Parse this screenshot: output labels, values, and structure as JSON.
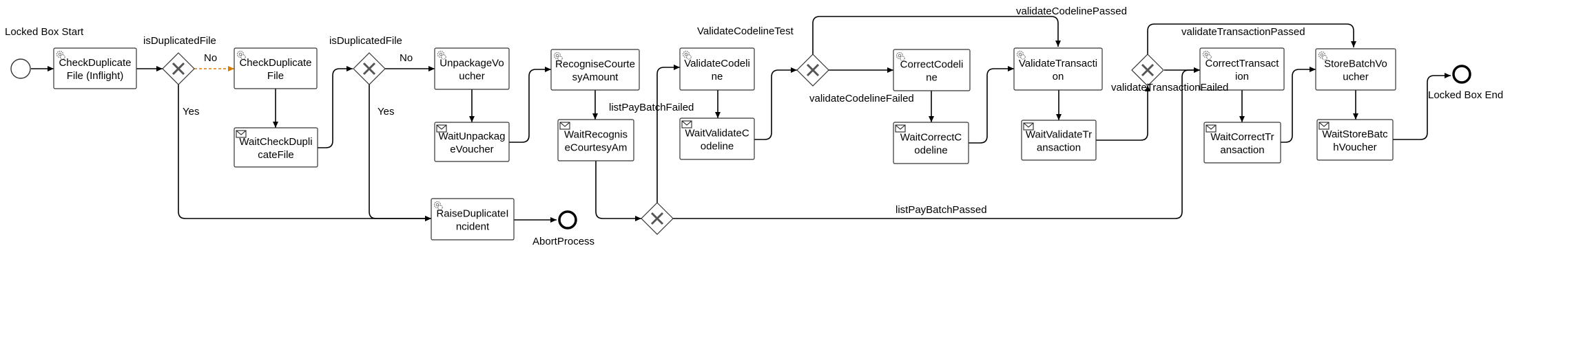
{
  "tasks": [
    {
      "id": "t1",
      "lines": [
        "CheckDuplicate",
        "File (Inflight)"
      ],
      "icon": "gear-icon"
    },
    {
      "id": "t2",
      "lines": [
        "CheckDuplicate",
        "File"
      ],
      "icon": "gear-icon"
    },
    {
      "id": "t3",
      "lines": [
        "WaitCheckDupli",
        "cateFile"
      ],
      "icon": "envelope-icon"
    },
    {
      "id": "t4",
      "lines": [
        "UnpackageVo",
        "ucher"
      ],
      "icon": "gear-icon"
    },
    {
      "id": "t5",
      "lines": [
        "WaitUnpackag",
        "eVoucher"
      ],
      "icon": "envelope-icon"
    },
    {
      "id": "t6",
      "lines": [
        "RaiseDuplicateI",
        "ncident"
      ],
      "icon": "gear-icon"
    },
    {
      "id": "t7",
      "lines": [
        "RecogniseCourte",
        "syAmount"
      ],
      "icon": "gear-icon"
    },
    {
      "id": "t8",
      "lines": [
        "WaitRecognis",
        "eCourtesyAm"
      ],
      "icon": "envelope-icon"
    },
    {
      "id": "t9",
      "lines": [
        "ValidateCodeli",
        "ne"
      ],
      "icon": "gear-icon"
    },
    {
      "id": "t10",
      "lines": [
        "WaitValidateC",
        "odeline"
      ],
      "icon": "envelope-icon"
    },
    {
      "id": "t11",
      "lines": [
        "CorrectCodeli",
        "ne"
      ],
      "icon": "gear-icon"
    },
    {
      "id": "t12",
      "lines": [
        "WaitCorrectC",
        "odeline"
      ],
      "icon": "envelope-icon"
    },
    {
      "id": "t13",
      "lines": [
        "ValidateTransacti",
        "on"
      ],
      "icon": "gear-icon"
    },
    {
      "id": "t14",
      "lines": [
        "WaitValidateTr",
        "ansaction"
      ],
      "icon": "envelope-icon"
    },
    {
      "id": "t15",
      "lines": [
        "CorrectTransact",
        "ion"
      ],
      "icon": "gear-icon"
    },
    {
      "id": "t16",
      "lines": [
        "WaitCorrectTr",
        "ansaction"
      ],
      "icon": "envelope-icon"
    },
    {
      "id": "t17",
      "lines": [
        "StoreBatchVo",
        "ucher"
      ],
      "icon": "gear-icon"
    },
    {
      "id": "t18",
      "lines": [
        "WaitStoreBatc",
        "hVoucher"
      ],
      "icon": "envelope-icon"
    }
  ],
  "events": {
    "start": {
      "label": "Locked Box Start"
    },
    "end_abort": {
      "label": "AbortProcess"
    },
    "end_main": {
      "label": "Locked Box End"
    }
  },
  "gateways": {
    "g1": {
      "label": "isDuplicatedFile"
    },
    "g2": {
      "label": "isDuplicatedFile"
    },
    "g3": {
      "label": ""
    },
    "g4": {
      "label": "ValidateCodelineTest"
    },
    "g5": {
      "label": ""
    }
  },
  "flow_labels": {
    "g1_no": "No",
    "g1_yes": "Yes",
    "g2_no": "No",
    "g2_yes": "Yes",
    "list_failed": "listPayBatchFailed",
    "list_passed": "listPayBatchPassed",
    "codeline_passed": "validateCodelinePassed",
    "codeline_failed": "validateCodelineFailed",
    "transaction_passed": "validateTransactionPassed",
    "transaction_failed": "validateTransactionFailed"
  },
  "colors": {
    "default_flow": "#000000",
    "default_flow_marker": "#d97a00"
  }
}
